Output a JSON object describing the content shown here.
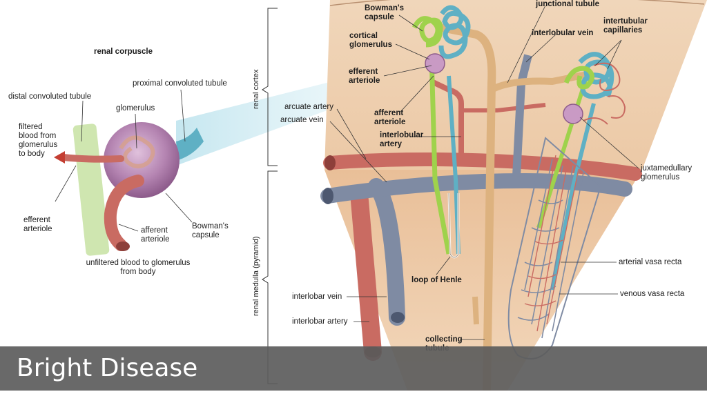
{
  "caption": {
    "title": "Bright Disease"
  },
  "labels": {
    "renal_corpuscle": "renal corpuscle",
    "distal_convoluted_tubule": "distal convoluted tubule",
    "proximal_convoluted_tubule": "proximal convoluted tubule",
    "glomerulus": "glomerulus",
    "filtered_blood": "filtered\nblood from\nglomerulus\nto body",
    "efferent_arteriole_left": "efferent\narteriole",
    "afferent_arteriole_left": "afferent\narteriole",
    "bowmans_capsule_left": "Bowman's\ncapsule",
    "unfiltered_blood": "unfiltered blood to glomerulus\nfrom body",
    "bowmans_capsule_top": "Bowman's\ncapsule",
    "cortical_glomerulus": "cortical\nglomerulus",
    "efferent_arteriole_center": "efferent\narteriole",
    "afferent_arteriole_center": "afferent\narteriole",
    "interlobular_artery": "interlobular\nartery",
    "arcuate_artery": "arcuate artery",
    "arcuate_vein": "arcuate vein",
    "junctional_tubule": "junctional tubule",
    "interlobular_vein": "interlobular vein",
    "intertubular_capillaries": "intertubular\ncapillaries",
    "juxtamedullary_glomerulus": "juxtamedullary\nglomerulus",
    "arterial_vasa_recta": "arterial vasa recta",
    "venous_vasa_recta": "venous vasa recta",
    "loop_of_henle": "loop of Henle",
    "collecting_tubule": "collecting\ntubule",
    "interlobar_vein": "interlobar vein",
    "interlobar_artery": "interlobar artery",
    "renal_cortex": "renal cortex",
    "renal_medulla": "renal medulla (pyramid)"
  },
  "colors": {
    "artery": "#c96b62",
    "vein": "#7f8ba3",
    "tubule_green": "#9fd24c",
    "tubule_blue": "#5fb0c4",
    "collecting": "#ddb27f",
    "cortex_bg": "#efd3b4",
    "medulla_bg": "#edc7a2",
    "glomerulus": "#b888b4"
  }
}
